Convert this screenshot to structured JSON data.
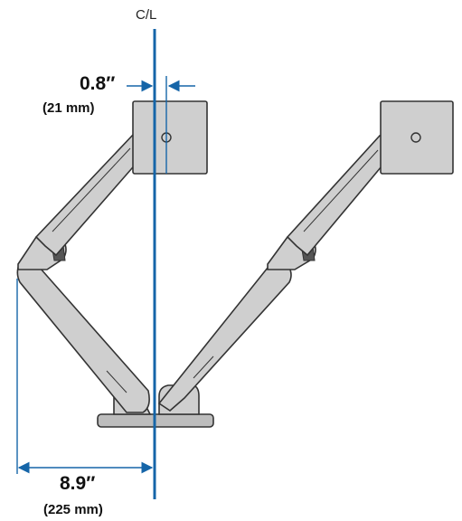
{
  "labels": {
    "centerline": "C/L",
    "offset_inch": "0.8″",
    "offset_mm": "(21 mm)",
    "reach_inch": "8.9″",
    "reach_mm": "(225 mm)"
  },
  "colors": {
    "centerline": "#1565a8",
    "dimension_line": "#1565a8",
    "arm_fill": "#cfcfcf",
    "arm_stroke": "#333333",
    "monitor_fill": "#cfcfcf",
    "base_fill": "#bdbdbd"
  }
}
